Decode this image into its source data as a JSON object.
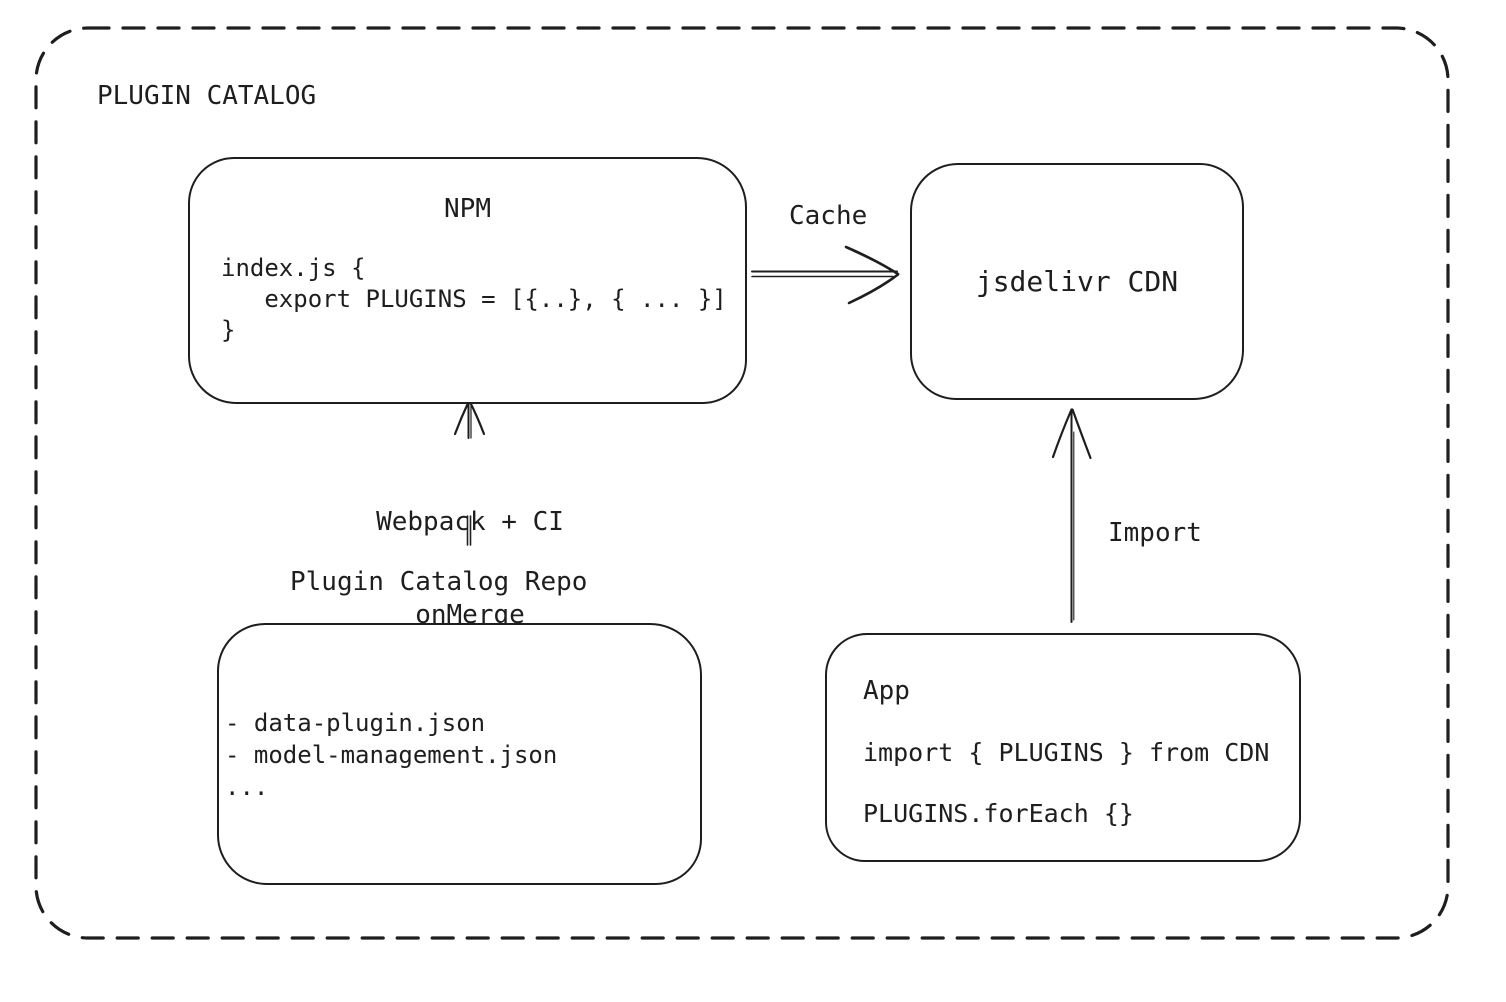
{
  "title": "PLUGIN CATALOG",
  "colors": {
    "ink": "#1e1e1e",
    "background": "#ffffff"
  },
  "nodes": {
    "npm": {
      "title": "NPM",
      "code_lines": [
        "index.js {",
        "   export PLUGINS = [{..}, { ... }]",
        "}"
      ]
    },
    "cdn": {
      "label": "jsdelivr CDN"
    },
    "repo": {
      "caption": "Plugin Catalog Repo",
      "file_lines": [
        "- data-plugin.json",
        "- model-management.json",
        "..."
      ]
    },
    "app": {
      "title": "App",
      "code_lines": [
        "import { PLUGINS } from CDN",
        "PLUGINS.forEach {}"
      ]
    }
  },
  "edges": {
    "cache": {
      "label": "Cache",
      "from": "NPM",
      "to": "jsdelivr CDN"
    },
    "build": {
      "label_lines": [
        "Webpack + CI",
        "onMerge"
      ],
      "from": "Plugin Catalog Repo",
      "to": "NPM"
    },
    "import": {
      "label": "Import",
      "from": "App",
      "to": "jsdelivr CDN"
    }
  }
}
